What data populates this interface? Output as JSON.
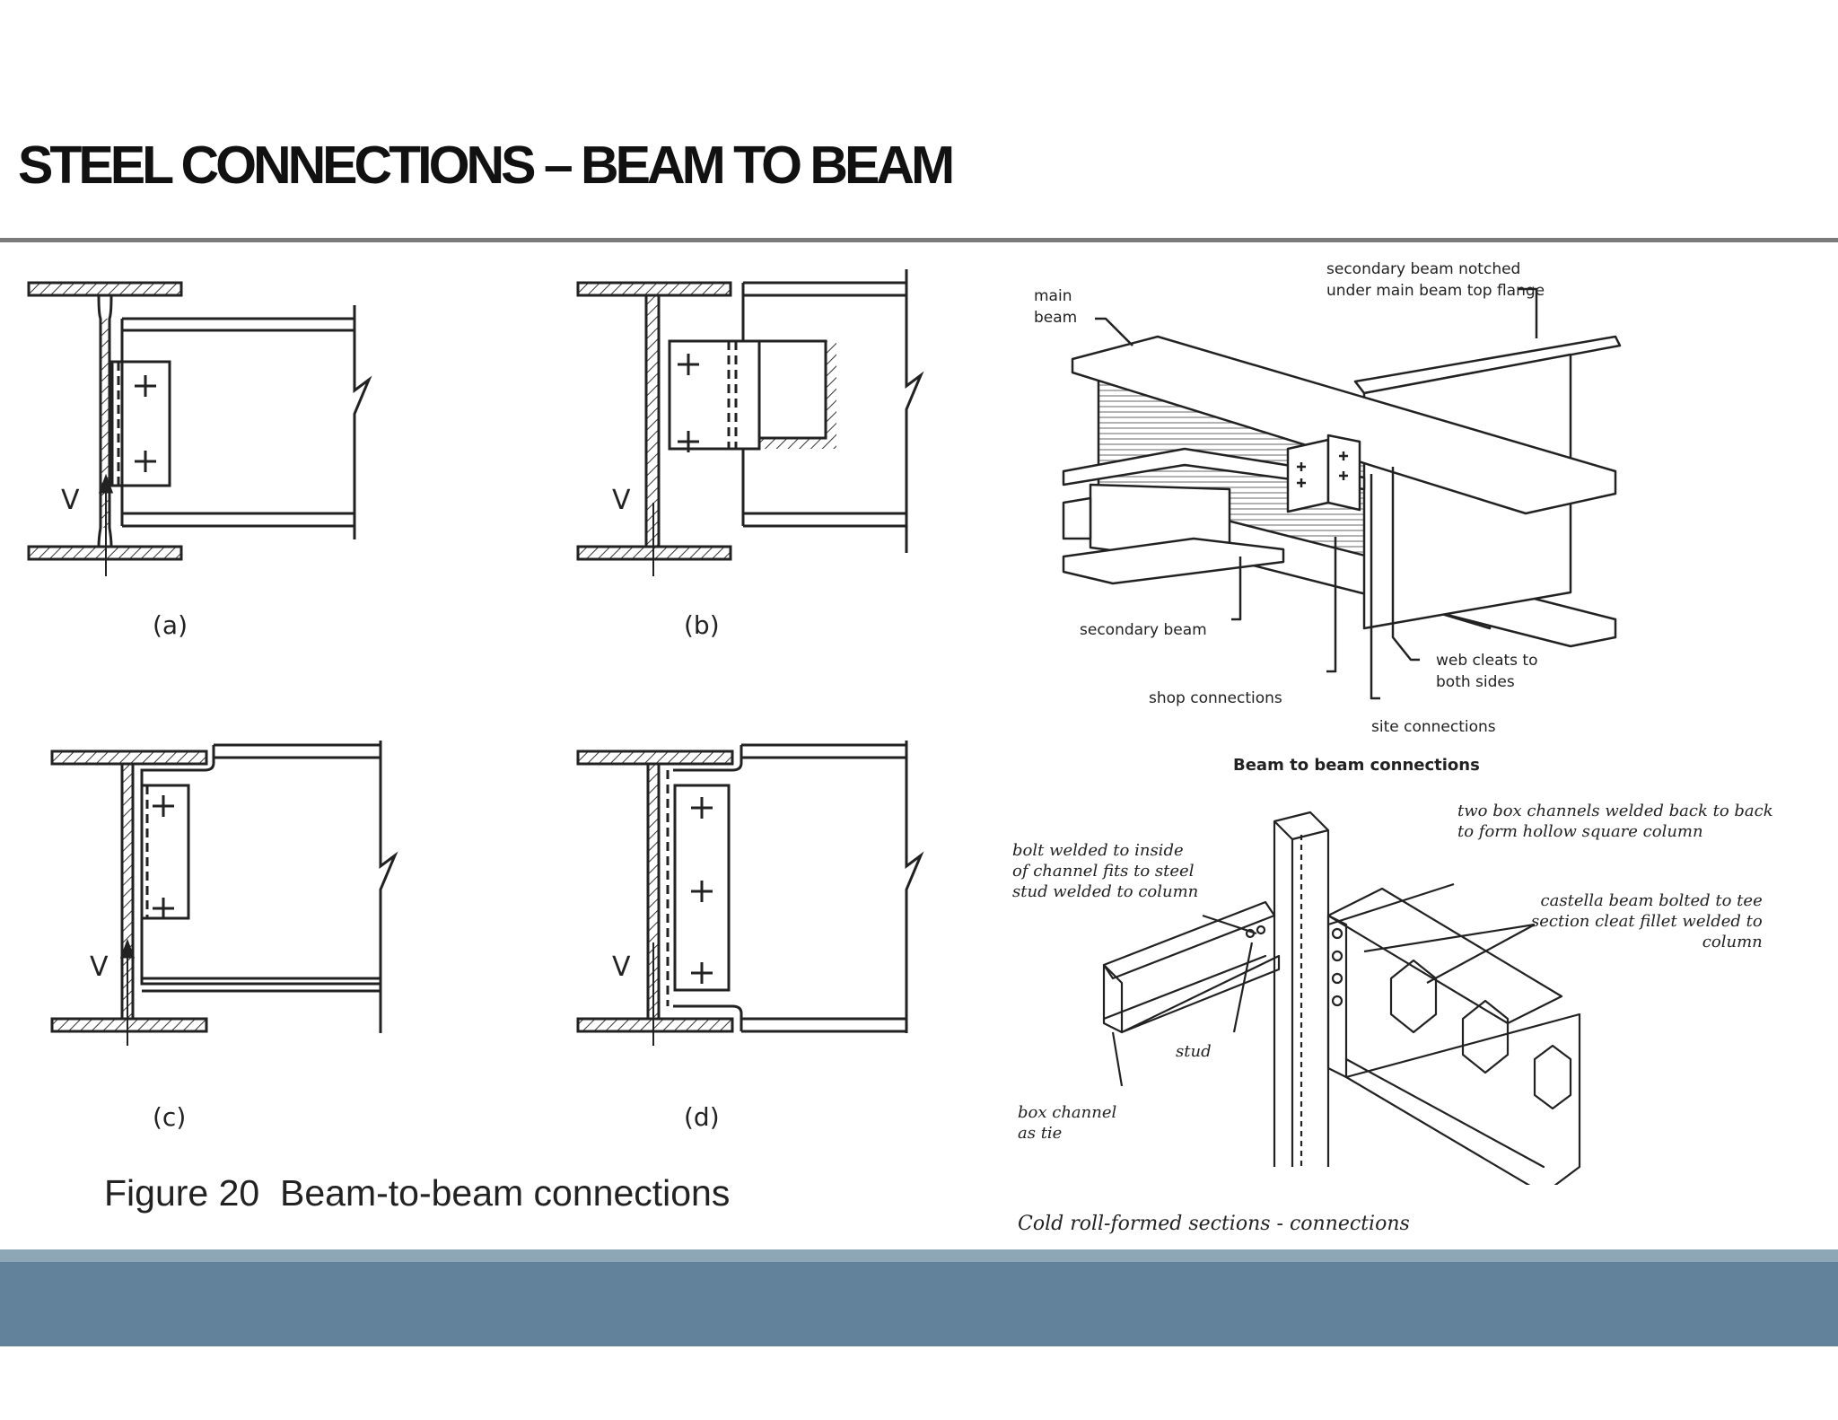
{
  "slide": {
    "title": "STEEL CONNECTIONS –  BEAM TO BEAM",
    "accent_color": "#62819a",
    "rule_color": "#7a7a7a"
  },
  "figure20": {
    "panel_labels": [
      "(a)",
      "(b)",
      "(c)",
      "(d)"
    ],
    "shear_label": "V",
    "caption": "Figure 20  Beam-to-beam connections"
  },
  "isometric": {
    "callouts": {
      "main_beam": "main\nbeam",
      "notched": "secondary beam notched\nunder main beam top flange",
      "secondary_beam": "secondary beam",
      "web_cleats": "web cleats to\nboth sides",
      "shop_connections": "shop connections",
      "site_connections": "site connections"
    },
    "caption": "Beam to beam connections"
  },
  "cold_formed": {
    "callouts": {
      "box_channels": "two box channels welded back to back\nto form hollow square column",
      "bolt": "bolt welded to inside\nof channel fits to steel\nstud welded to column",
      "castella": "castella beam bolted to tee\nsection cleat fillet welded to\ncolumn",
      "stud": "stud",
      "box_channel_tie": "box channel\nas tie"
    },
    "caption": "Cold roll-formed sections - connections"
  }
}
